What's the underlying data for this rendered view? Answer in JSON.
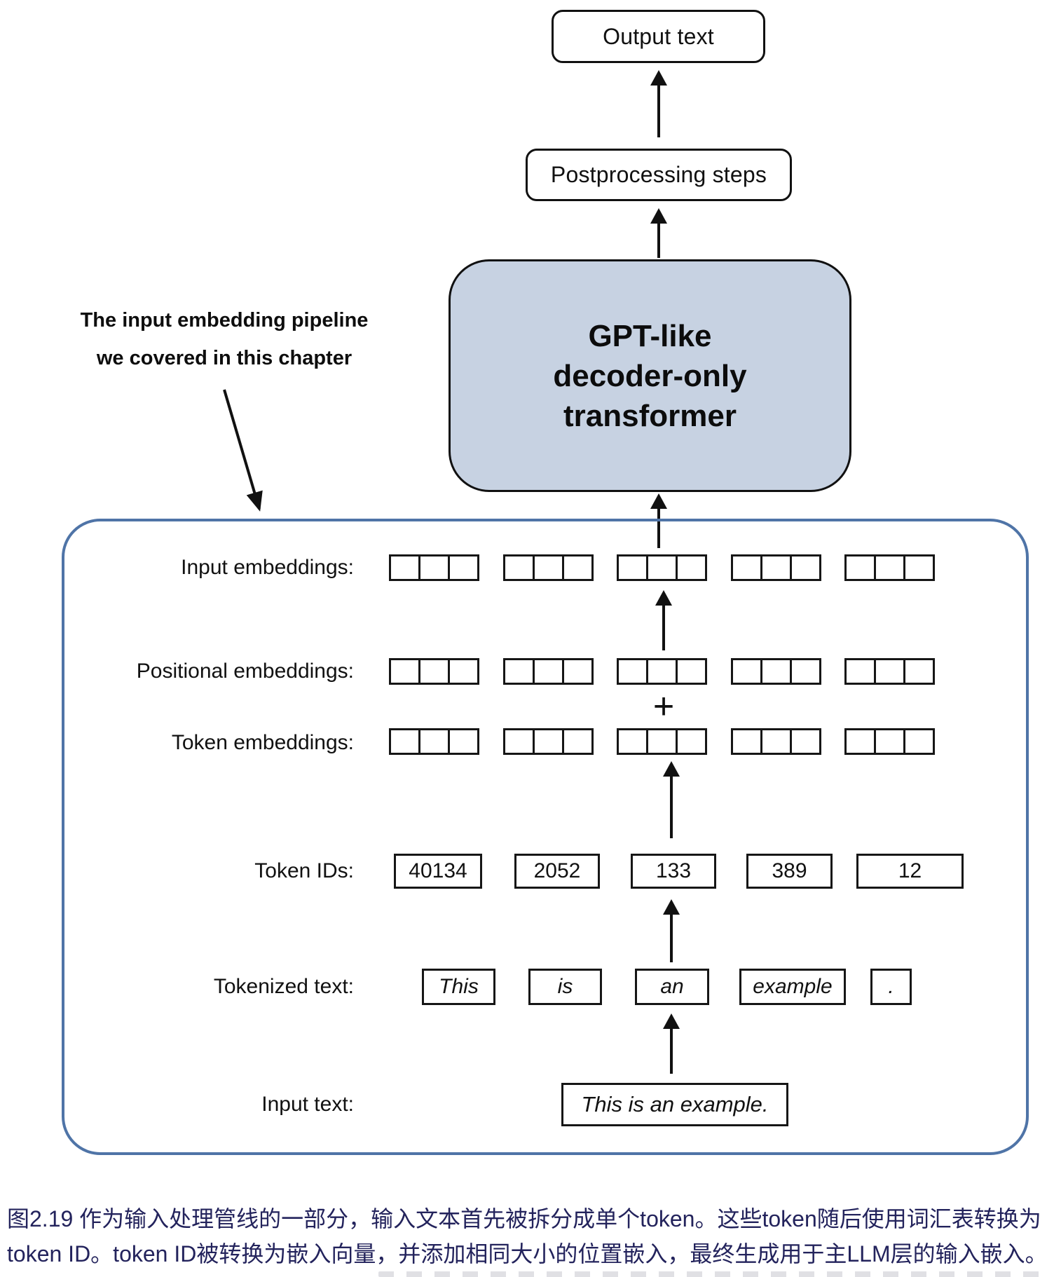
{
  "flow": {
    "output_text": "Output text",
    "postprocessing": "Postprocessing steps",
    "gpt_line1": "GPT-like",
    "gpt_line2": "decoder-only",
    "gpt_line3": "transformer"
  },
  "annotation": {
    "line1": "The input embedding pipeline",
    "line2": "we covered in this chapter"
  },
  "rows": {
    "input_embeddings_label": "Input embeddings:",
    "positional_embeddings_label": "Positional embeddings:",
    "token_embeddings_label": "Token embeddings:",
    "token_ids_label": "Token IDs:",
    "tokenized_text_label": "Tokenized text:",
    "input_text_label": "Input text:",
    "plus": "+",
    "token_ids": [
      "40134",
      "2052",
      "133",
      "389",
      "12"
    ],
    "tokens": [
      "This",
      "is",
      "an",
      "example",
      "."
    ],
    "input_text_value": "This is an example."
  },
  "caption": {
    "line1": "图2.19 作为输入处理管线的一部分，输入文本首先被拆分成单个token。这些token随后使用词汇表转换为",
    "line2": "token ID。token ID被转换为嵌入向量，并添加相同大小的位置嵌入，最终生成用于主LLM层的输入嵌入。"
  },
  "colors": {
    "gpt_fill": "#c7d2e2",
    "container_border": "#4f74a7",
    "caption_text": "#23235c"
  }
}
